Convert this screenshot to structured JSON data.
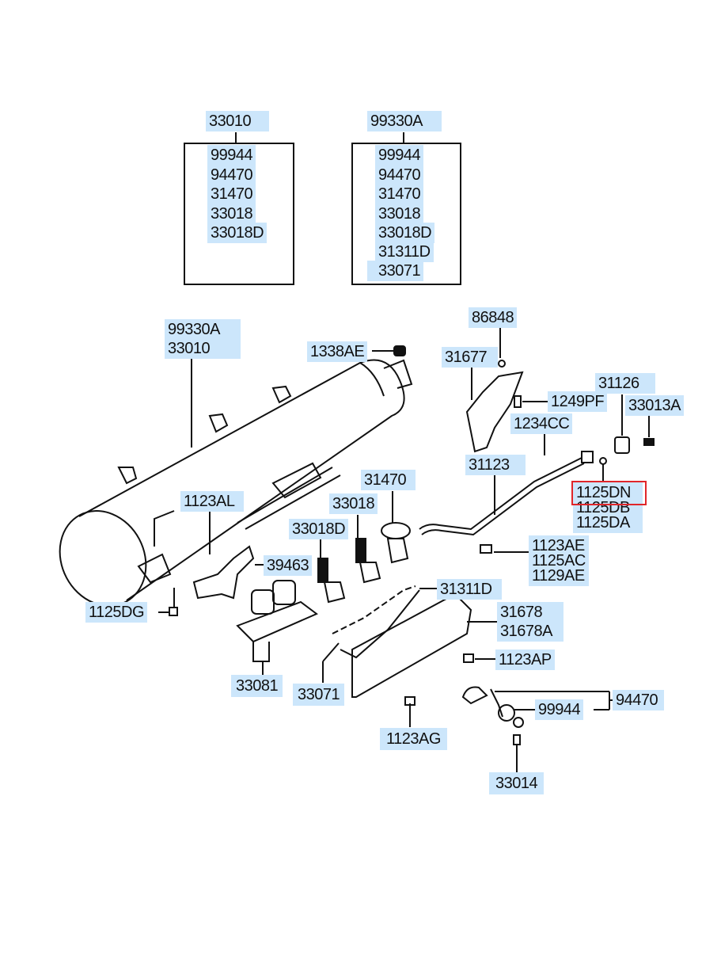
{
  "highlight_color": "#e0262a",
  "label_color": "#cce6fb",
  "kits": [
    {
      "code": "33010",
      "items": [
        "99944",
        "94470",
        "31470",
        "33018",
        "33018D"
      ]
    },
    {
      "code": "99330A",
      "items": [
        "99944",
        "94470",
        "31470",
        "33018",
        "33018D",
        "31311D",
        "33071"
      ]
    }
  ],
  "callouts": {
    "tank": [
      "99330A",
      "33010"
    ],
    "c1338AE": "1338AE",
    "c86848": "86848",
    "c31677": "31677",
    "c1249PF": "1249PF",
    "c31126": "31126",
    "c33013A": "33013A",
    "c1234CC": "1234CC",
    "c31123": "31123",
    "c1125D": [
      "1125DN",
      "1125DB",
      "1125DA"
    ],
    "c1123AE": [
      "1123AE",
      "1125AC",
      "1129AE"
    ],
    "c31470": "31470",
    "c33018": "33018",
    "c1123AL": "1123AL",
    "c33018D": "33018D",
    "c39463": "39463",
    "c31311D": "31311D",
    "c31678": [
      "31678",
      "31678A"
    ],
    "c1125DG": "1125DG",
    "c1123AP": "1123AP",
    "c33081": "33081",
    "c33071": "33071",
    "c94470": "94470",
    "c99944": "99944",
    "c1123AG": "1123AG",
    "c33014": "33014"
  },
  "highlighted": "1125DN"
}
